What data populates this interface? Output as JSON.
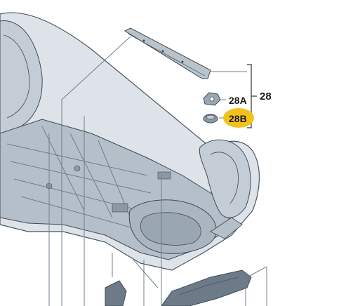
{
  "callouts": {
    "group": "28",
    "item_a": "28A",
    "item_b": "28B"
  },
  "highlight_color": "#f2c21b",
  "body_color": "#c9d2da",
  "outline_color": "#3f4a55",
  "icons": [
    "underbody-panel",
    "reinforcement-bar",
    "bracket-part",
    "clip-part",
    "underbody-cover",
    "wheel-arch"
  ]
}
